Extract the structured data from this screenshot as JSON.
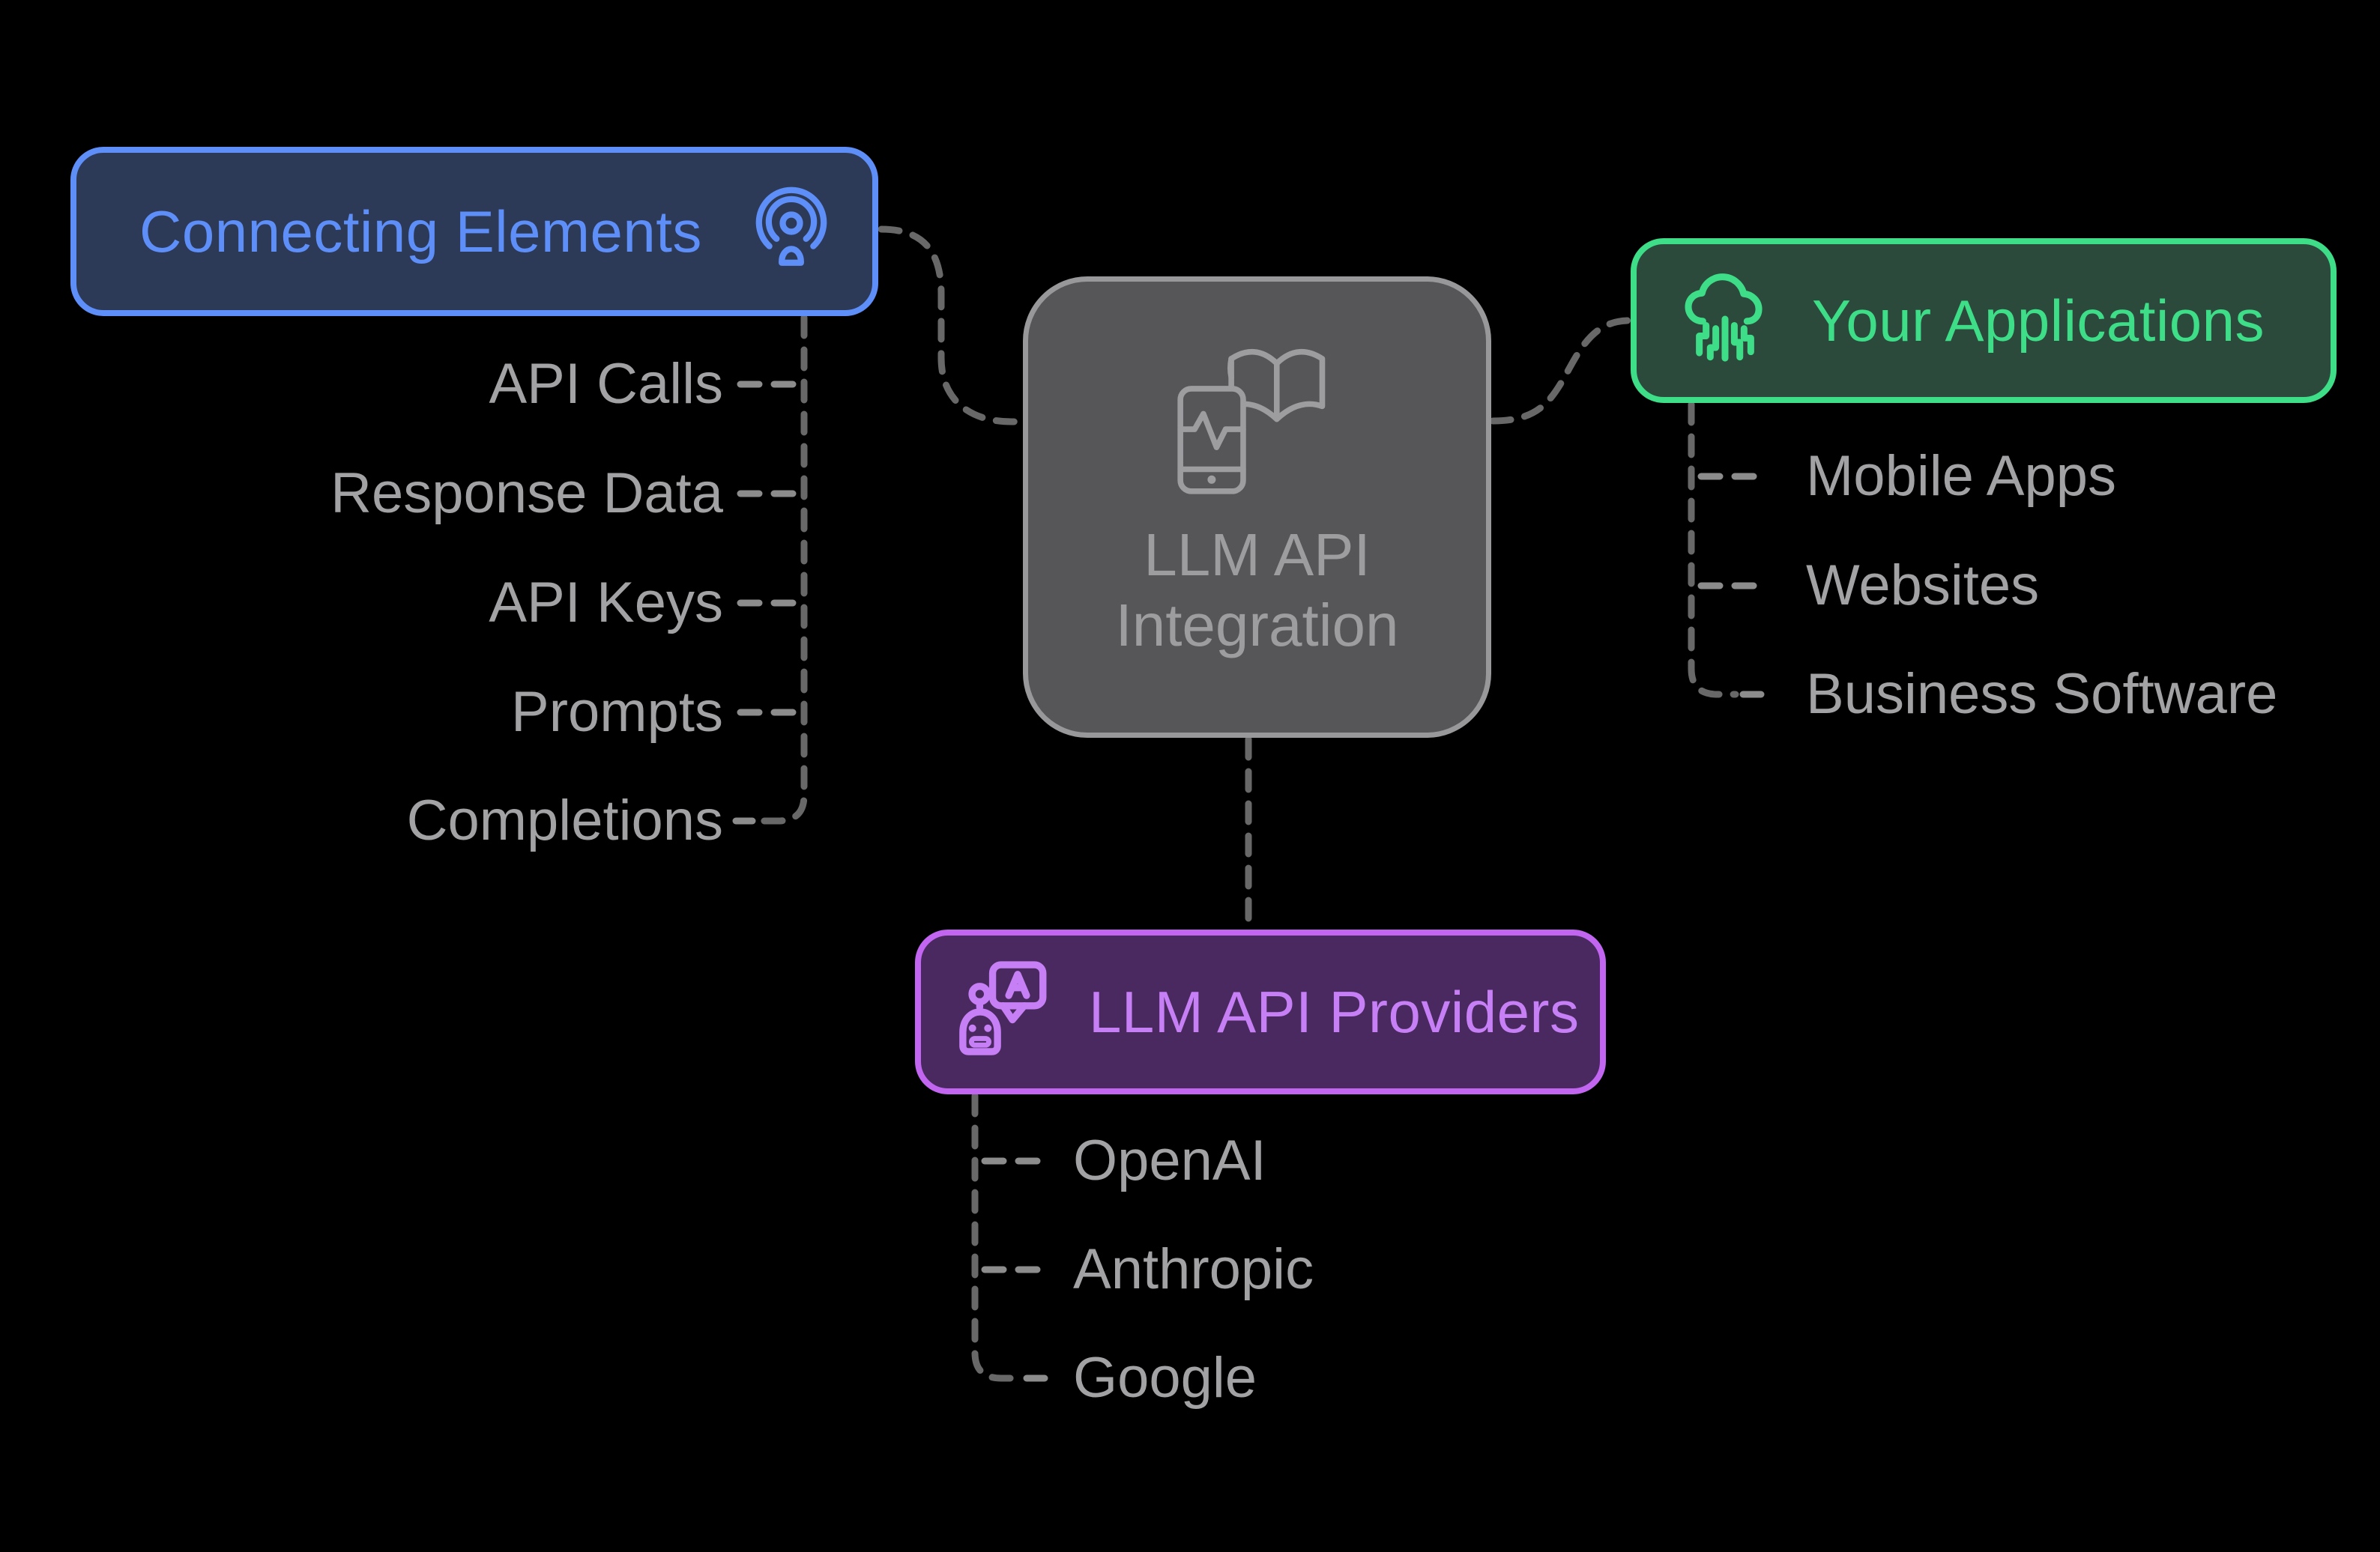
{
  "diagram": {
    "background_color": "#000000",
    "center_node": {
      "title_line1": "LLM API",
      "title_line2": "Integration",
      "icon": "phone-pulse-open-book-icon",
      "fill_color": "#565658",
      "border_color": "#98989a",
      "text_color": "#9d9da0"
    },
    "nodes": {
      "connecting_elements": {
        "title": "Connecting Elements",
        "icon": "podcast-person-broadcast-icon",
        "fill_color": "#2c3a58",
        "border_color": "#5e8ef7",
        "text_color": "#5e8ef7",
        "items": [
          "API Calls",
          "Response Data",
          "API Keys",
          "Prompts",
          "Completions"
        ]
      },
      "your_applications": {
        "title": "Your Applications",
        "icon": "cloud-circuit-icon",
        "fill_color": "#2b4a3c",
        "border_color": "#3edd87",
        "text_color": "#3edd87",
        "items": [
          "Mobile Apps",
          "Websites",
          "Business Software"
        ]
      },
      "llm_api_providers": {
        "title": "LLM API Providers",
        "icon": "robot-chat-bubble-icon",
        "fill_color": "#492960",
        "border_color": "#c266f2",
        "text_color": "#c77ff5",
        "items": [
          "OpenAI",
          "Anthropic",
          "Google"
        ]
      }
    },
    "connector_style": {
      "trunk_color": "#686868",
      "branch_color": "#8c8c8c",
      "pattern": "dashed"
    },
    "leaf_text_color": "#a2a2a4"
  }
}
